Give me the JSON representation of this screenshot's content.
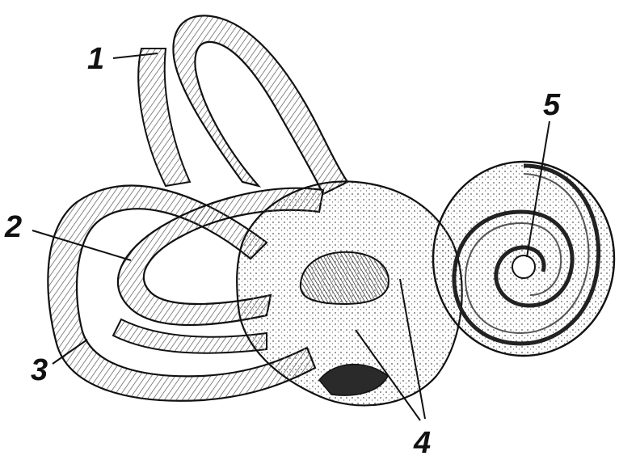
{
  "colors": {
    "ink": "#111111",
    "paper": "#ffffff",
    "shade": "#2a2a2a",
    "hatch": "#444444"
  },
  "labels": [
    {
      "id": "1",
      "text": "1"
    },
    {
      "id": "2",
      "text": "2"
    },
    {
      "id": "3",
      "text": "3"
    },
    {
      "id": "4",
      "text": "4"
    },
    {
      "id": "5",
      "text": "5"
    }
  ]
}
